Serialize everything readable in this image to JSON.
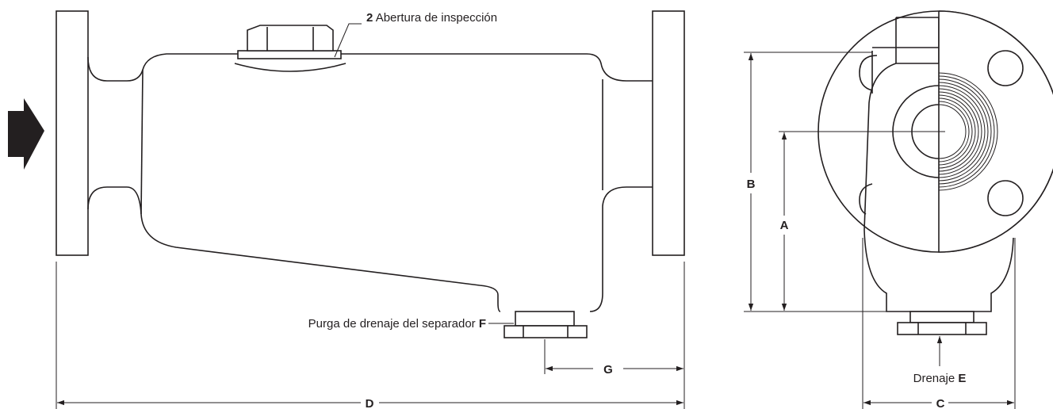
{
  "labels": {
    "inspection": {
      "number": "2",
      "text": "Abertura de inspección"
    },
    "blowdown": {
      "text": "Purga de drenaje del separador",
      "letter": "F"
    },
    "drain": {
      "text": "Drenaje",
      "letter": "E"
    }
  },
  "dimensions": {
    "A": "A",
    "B": "B",
    "C": "C",
    "D": "D",
    "G": "G"
  },
  "colors": {
    "line": "#231f20",
    "arrow": "#231f20",
    "background": "#ffffff"
  }
}
